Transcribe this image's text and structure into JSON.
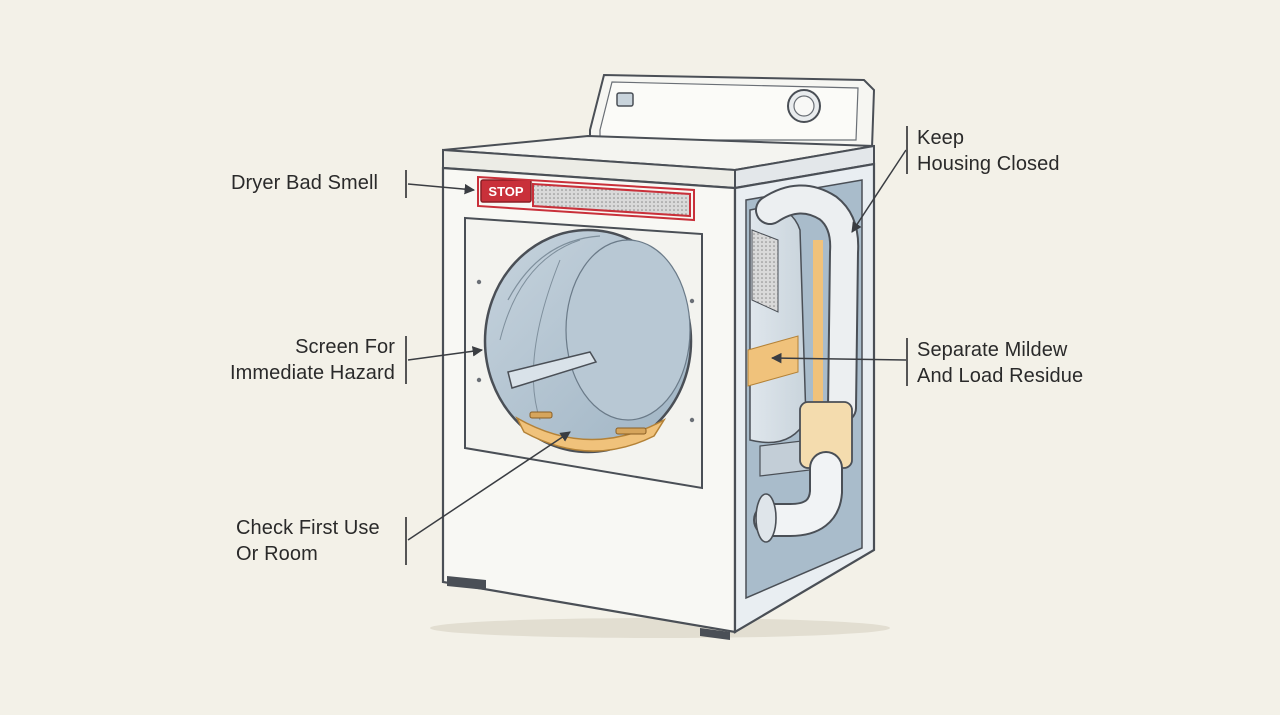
{
  "labels": {
    "dryer_bad_smell": "Dryer Bad Smell",
    "screen_hazard": [
      "Screen For",
      "Immediate Hazard"
    ],
    "check_first_use": [
      "Check First Use",
      "Or Room"
    ],
    "keep_housing": [
      "Keep",
      "Housing Closed"
    ],
    "separate_mildew": [
      "Separate Mildew",
      "And Load Residue"
    ]
  },
  "stop_badge": "STOP",
  "colors": {
    "background": "#f3f1e8",
    "cabinet": "#f8f8f4",
    "outline": "#4a4f56",
    "interior_blue": "#a9bccb",
    "accent_orange": "#f0c27b",
    "stop_red": "#c9303a",
    "callout_text": "#2a2a2a"
  },
  "icons": [
    "stop-badge",
    "lint-filter",
    "exhaust-duct",
    "control-knob",
    "drum-baffle"
  ]
}
